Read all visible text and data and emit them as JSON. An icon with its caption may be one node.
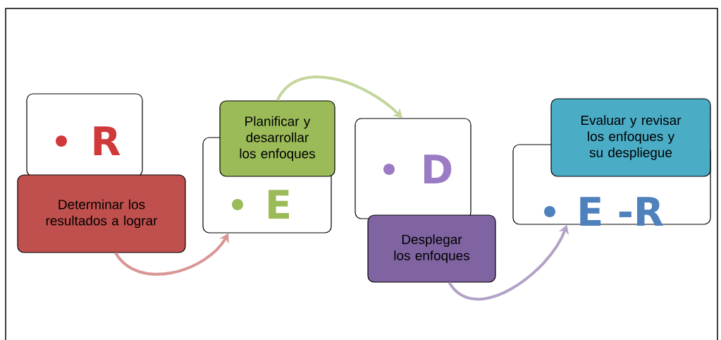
{
  "diagram": {
    "nodes": [
      {
        "text": [
          "R"
        ]
      },
      {
        "text": [
          "Determinar los resultados a lograr"
        ]
      },
      {
        "text": [
          "E"
        ]
      },
      {
        "text": [
          "Planificar y desarrollar los enfoques"
        ]
      },
      {
        "text": [
          "D"
        ]
      },
      {
        "text": [
          "Desplegar los enfoques"
        ]
      },
      {
        "text": [
          "E -R"
        ]
      },
      {
        "text": [
          "Evaluar y revisar los enfoques y su despliegue"
        ]
      }
    ],
    "edges": [
      {
        "from": 1,
        "to": 2,
        "arrow": "to",
        "color": "#d99694"
      },
      {
        "from": 3,
        "to": 4,
        "arrow": "to",
        "color": "#c3d69b"
      },
      {
        "from": 5,
        "to": 6,
        "arrow": "to",
        "color": "#b3a2c7"
      }
    ]
  }
}
